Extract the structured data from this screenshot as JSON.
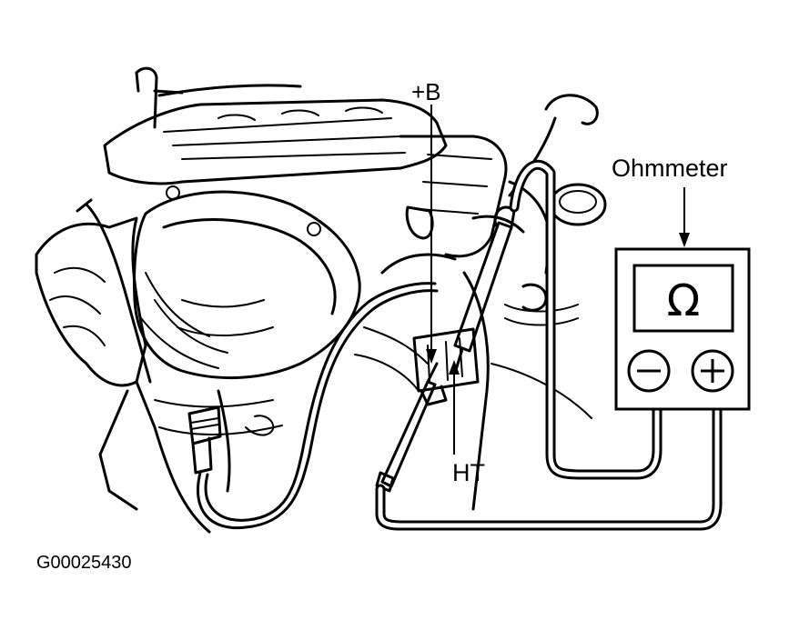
{
  "labels": {
    "battery_terminal": "+B",
    "meter": "Ohmmeter",
    "ht_terminal": "HT",
    "figure_code": "G00025430"
  },
  "meter": {
    "display_symbol": "Ω",
    "negative_symbol": "−",
    "positive_symbol": "+"
  },
  "colors": {
    "line": "#000000",
    "background": "#ffffff"
  }
}
